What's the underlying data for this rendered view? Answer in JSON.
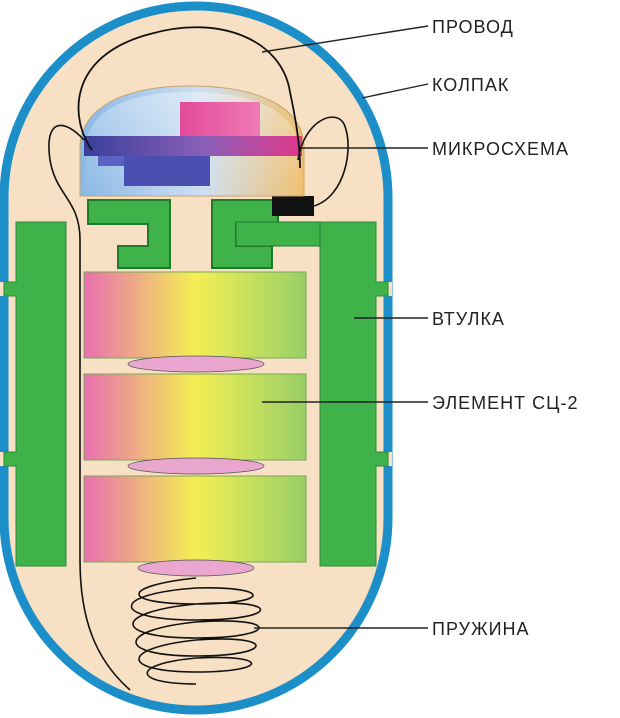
{
  "labels": {
    "wire": "ПРОВОД",
    "cap": "КОЛПАК",
    "chip": "МИКРОСХЕМА",
    "sleeve": "ВТУЛКА",
    "element": "ЭЛЕМЕНТ СЦ-2",
    "spring": "ПРУЖИНА"
  },
  "colors": {
    "shell": "#1d8fc8",
    "interior": "#f7e0c4",
    "sleeve": "#3fb24a",
    "sleeve_dark": "#1f7a2c",
    "chip_pink": "#e0388a",
    "chip_blue": "#3a3f9a",
    "element_pink": "#e87bb8",
    "element_yellow": "#f2ee5a",
    "element_green": "#9fd066",
    "wire": "#111111",
    "connector": "#111111"
  }
}
